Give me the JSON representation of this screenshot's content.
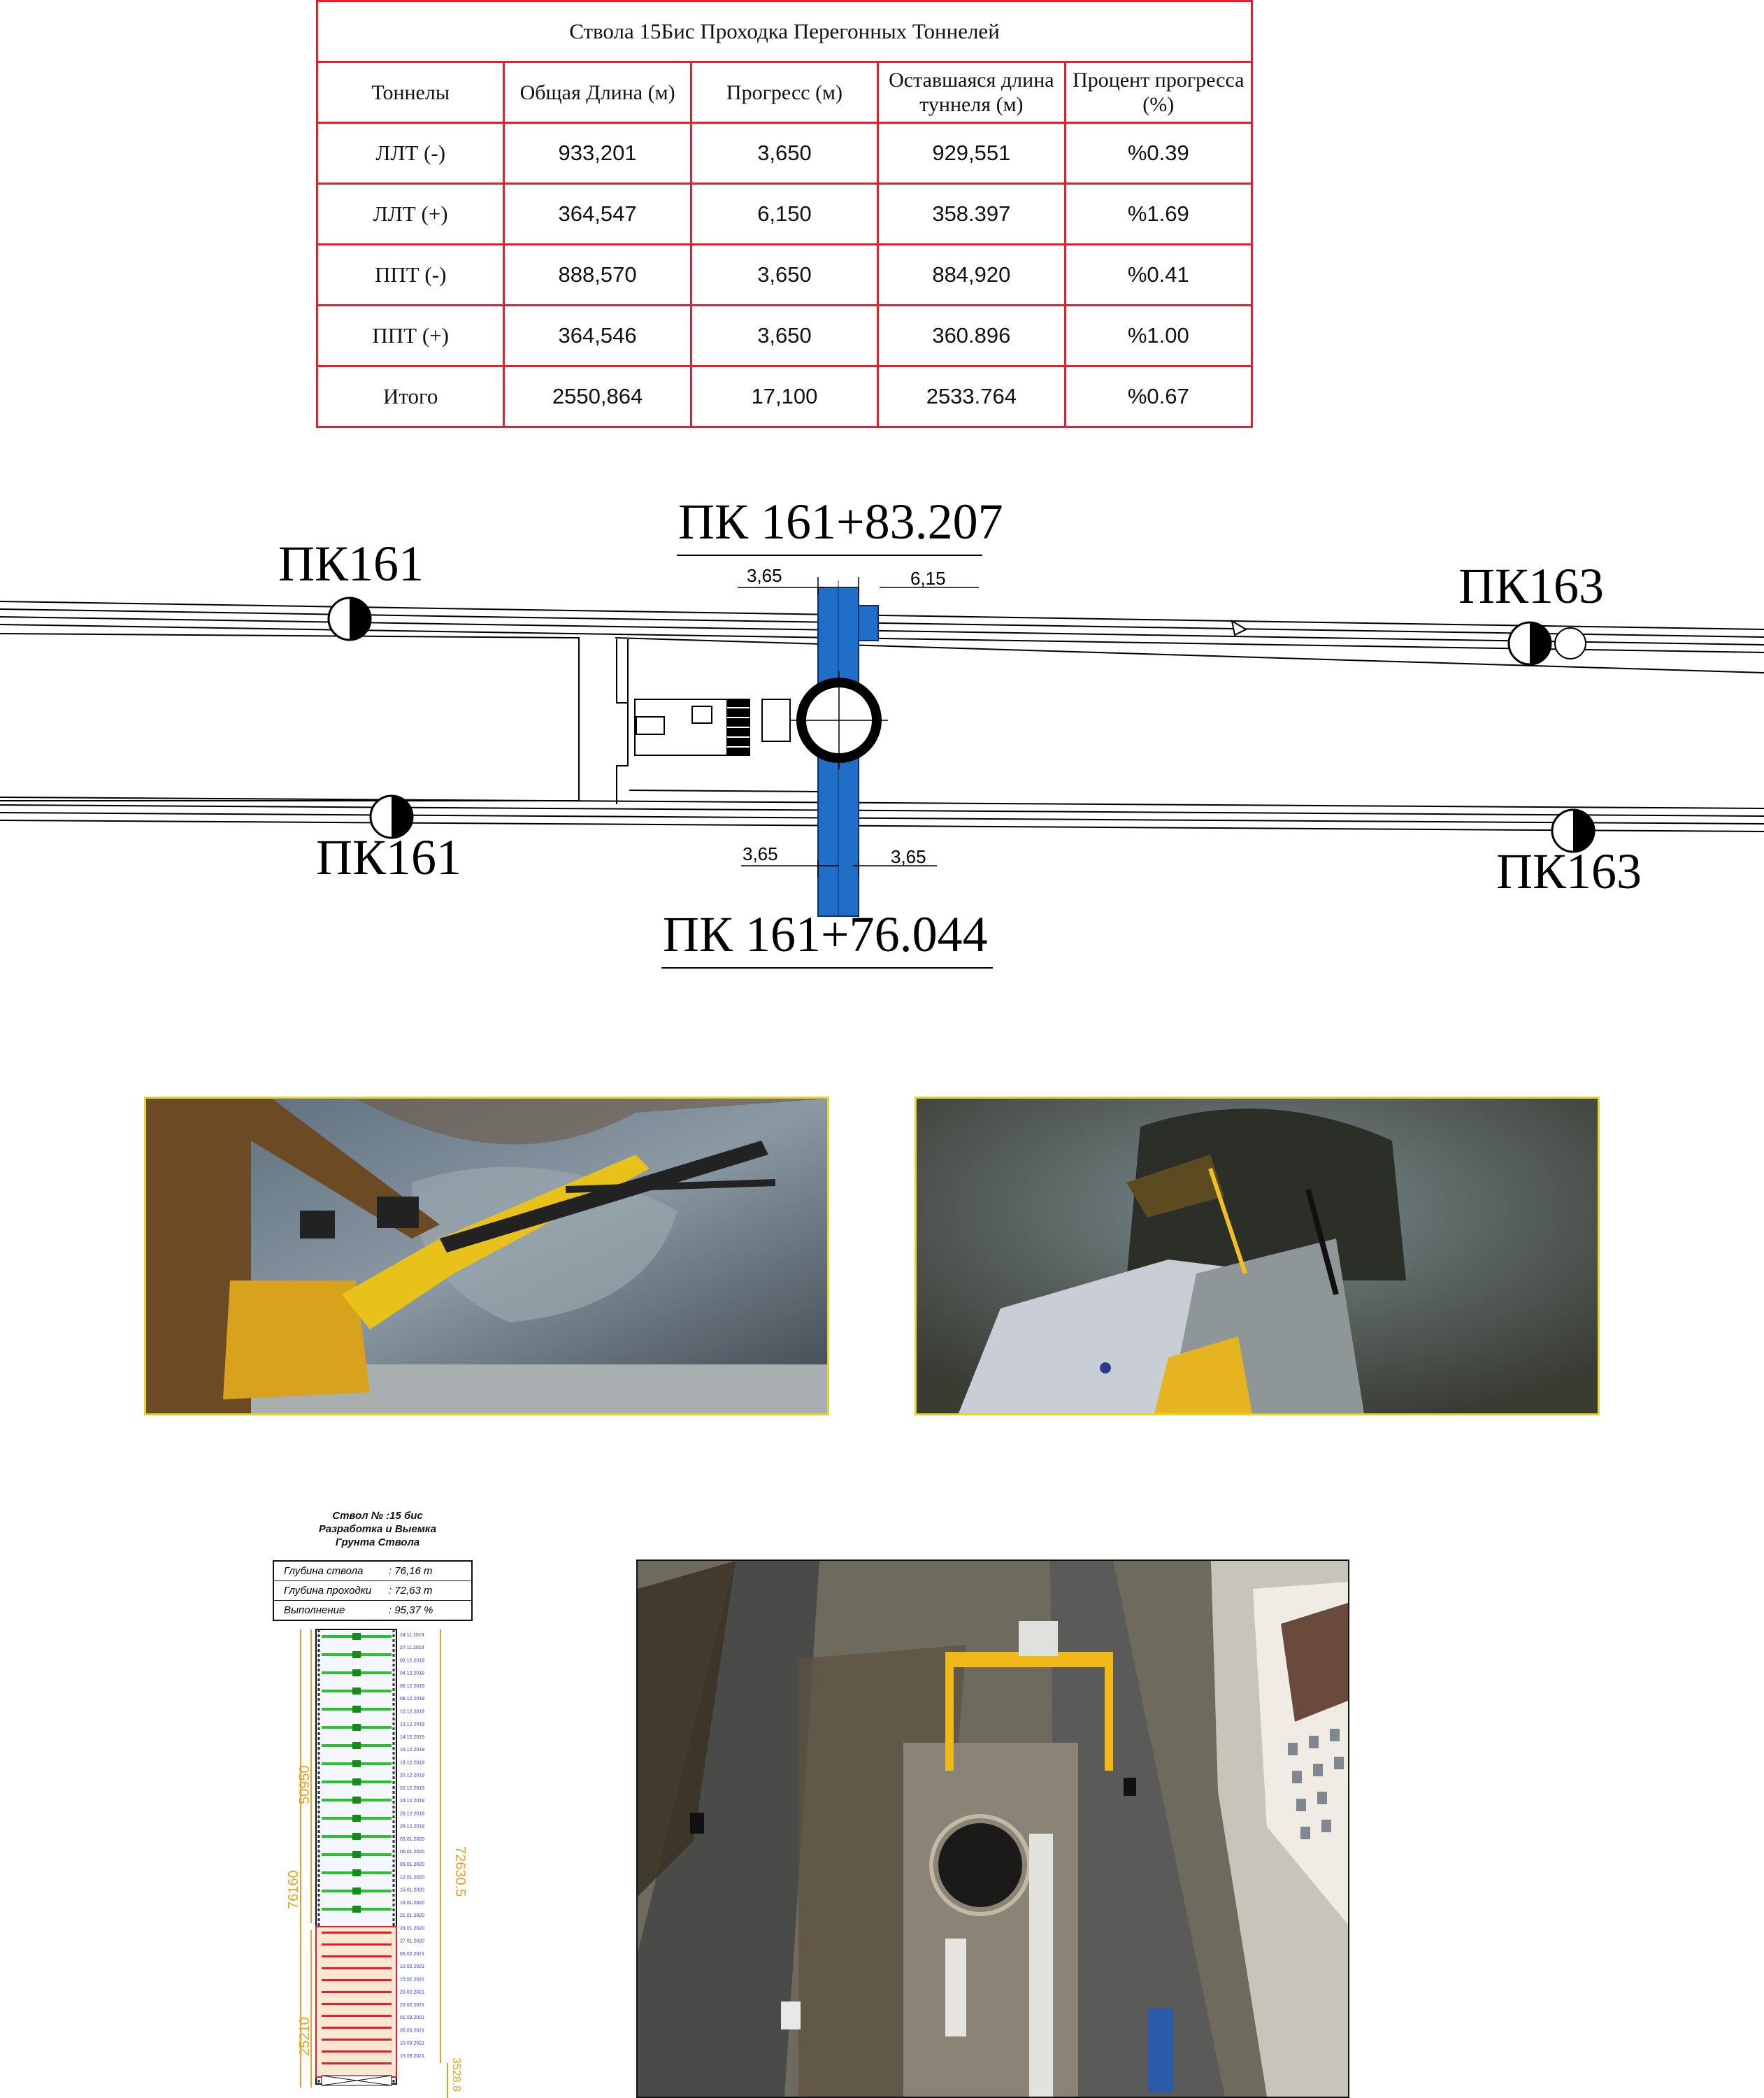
{
  "table": {
    "title": "Ствола 15Бис Проходка Перегонных Тоннелей",
    "headers": [
      "Тоннелы",
      "Общая Длина  (м)",
      "Прогресс (м)",
      "Оставшаяся длина туннеля (м)",
      "Процент прогресса (%)"
    ],
    "rows": [
      [
        "ЛЛТ (-)",
        "933,201",
        "3,650",
        "929,551",
        "%0.39"
      ],
      [
        "ЛЛТ (+)",
        "364,547",
        "6,150",
        "358.397",
        "%1.69"
      ],
      [
        "ППТ (-)",
        "888,570",
        "3,650",
        "884,920",
        "%0.41"
      ],
      [
        "ППТ (+)",
        "364,546",
        "3,650",
        "360.896",
        "%1.00"
      ],
      [
        "Итого",
        "2550,864",
        "17,100",
        "2533.764",
        "%0.67"
      ]
    ]
  },
  "plan": {
    "station_top": "ПК 161+83.207",
    "station_bottom": "ПК 161+76.044",
    "pk161_top": "ПК161",
    "pk161_bottom": "ПК161",
    "pk163_top": "ПК163",
    "pk163_bottom": "ПК163",
    "dim_top_left": "3,65",
    "dim_top_right": "6,15",
    "dim_bottom_left": "3,65",
    "dim_bottom_right": "3,65",
    "fill_color": "#1f6fc8"
  },
  "shaft": {
    "title_lines": [
      "Ствол № :15 бис",
      "Разработка и Выемка",
      "Грунта Ствола"
    ],
    "info": [
      {
        "label": "Глубина ствола",
        "value": ": 76,16 m"
      },
      {
        "label": "Глубина проходки",
        "value": ": 72,63 m"
      },
      {
        "label": "Выполнение",
        "value": ": 95,37 %"
      }
    ],
    "dim_upper": "50950",
    "dim_total": "76160",
    "dim_lower": "25210",
    "dim_right": "72630.5",
    "dim_right_bottom": "3528.8",
    "depth_marks_dates": [
      "24.11.2019",
      "27.11.2019",
      "02.12.2019",
      "04.12.2019",
      "06.12.2019",
      "08.12.2019",
      "10.12.2019",
      "12.12.2019",
      "14.12.2019",
      "16.12.2019",
      "18.12.2019",
      "20.12.2019",
      "22.12.2019",
      "24.12.2019",
      "26.12.2019",
      "28.12.2019",
      "03.01.2020",
      "06.01.2020",
      "09.01.2020",
      "12.01.2020",
      "15.01.2020",
      "18.01.2020",
      "21.01.2020",
      "24.01.2020",
      "27.01.2020",
      "05.02.2021",
      "10.02.2021",
      "15.02.2021",
      "20.02.2021",
      "25.02.2021",
      "01.03.2021",
      "05.03.2021",
      "10.03.2021",
      "15.03.2021"
    ]
  },
  "colors": {
    "table_border": "#e4202a",
    "photo_border": "#e6d432",
    "shaft_dim": "#e8a020",
    "shaft_green": "#2cc02c",
    "shaft_red": "#e0202a",
    "shaft_blue": "#2a36d8"
  }
}
